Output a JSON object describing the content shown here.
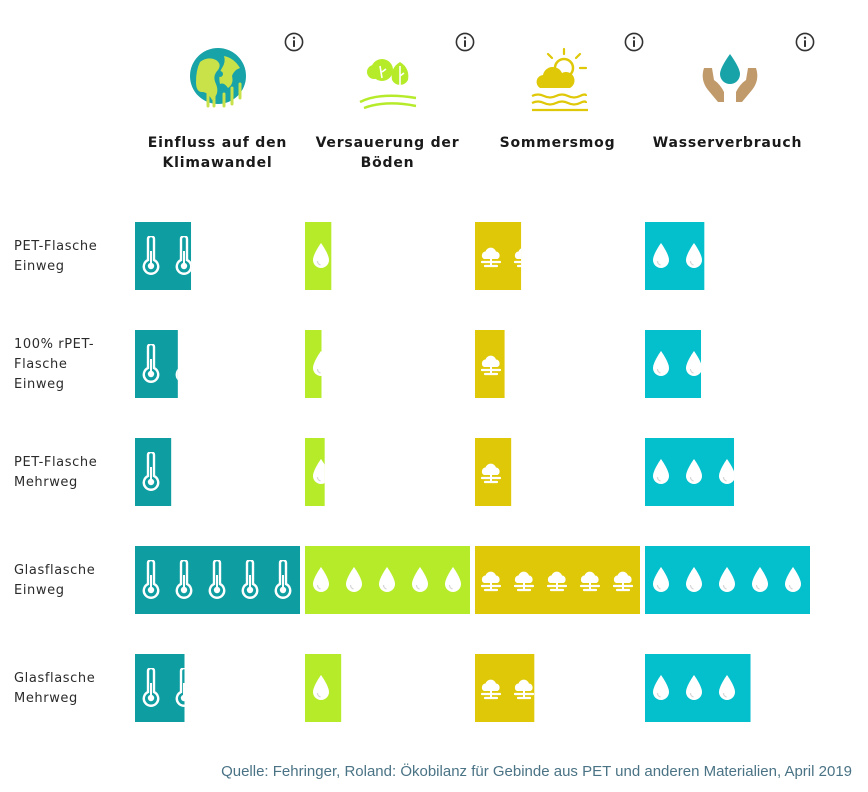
{
  "chart_data": {
    "type": "bar",
    "categories": [
      {
        "key": "klima",
        "label_lines": [
          "Einfluss auf den",
          "Klimawandel"
        ],
        "color": "#0e9da0",
        "icon": "globe-icon",
        "unit_icon": "thermometer-icon"
      },
      {
        "key": "boeden",
        "label_lines": [
          "Versauerung der",
          "Böden"
        ],
        "color": "#b6eb2a",
        "icon": "trees-icon",
        "unit_icon": "drop-icon"
      },
      {
        "key": "smog",
        "label_lines": [
          "Sommersmog"
        ],
        "color": "#dfc808",
        "icon": "sun-cloud-icon",
        "unit_icon": "smog-cloud-icon"
      },
      {
        "key": "wasser",
        "label_lines": [
          "Wasserverbrauch"
        ],
        "color": "#04bfcc",
        "icon": "hands-drop-icon",
        "unit_icon": "drop-icon"
      }
    ],
    "series": [
      {
        "name": "PET-Flasche Einweg",
        "label_lines": [
          "PET-Flasche",
          "Einweg"
        ],
        "values": [
          1.7,
          0.8,
          1.4,
          1.8
        ]
      },
      {
        "name": "100% rPET-Flasche Einweg",
        "label_lines": [
          "100% rPET-",
          "Flasche",
          "Einweg"
        ],
        "values": [
          1.3,
          0.5,
          0.9,
          1.7
        ]
      },
      {
        "name": "PET-Flasche Mehrweg",
        "label_lines": [
          "PET-Flasche",
          "Mehrweg"
        ],
        "values": [
          1.1,
          0.6,
          1.1,
          2.7
        ]
      },
      {
        "name": "Glasflasche Einweg",
        "label_lines": [
          "Glasflasche",
          "Einweg"
        ],
        "values": [
          5.0,
          5.0,
          5.0,
          5.0
        ]
      },
      {
        "name": "Glasflasche Mehrweg",
        "label_lines": [
          "Glasflasche",
          "Mehrweg"
        ],
        "values": [
          1.5,
          1.1,
          1.8,
          3.2
        ]
      }
    ],
    "max_value": 5,
    "info_icon": "info-icon"
  },
  "source": "Quelle: Fehringer, Roland: Ökobilanz für Gebinde aus PET und anderen Materialien, April 2019"
}
